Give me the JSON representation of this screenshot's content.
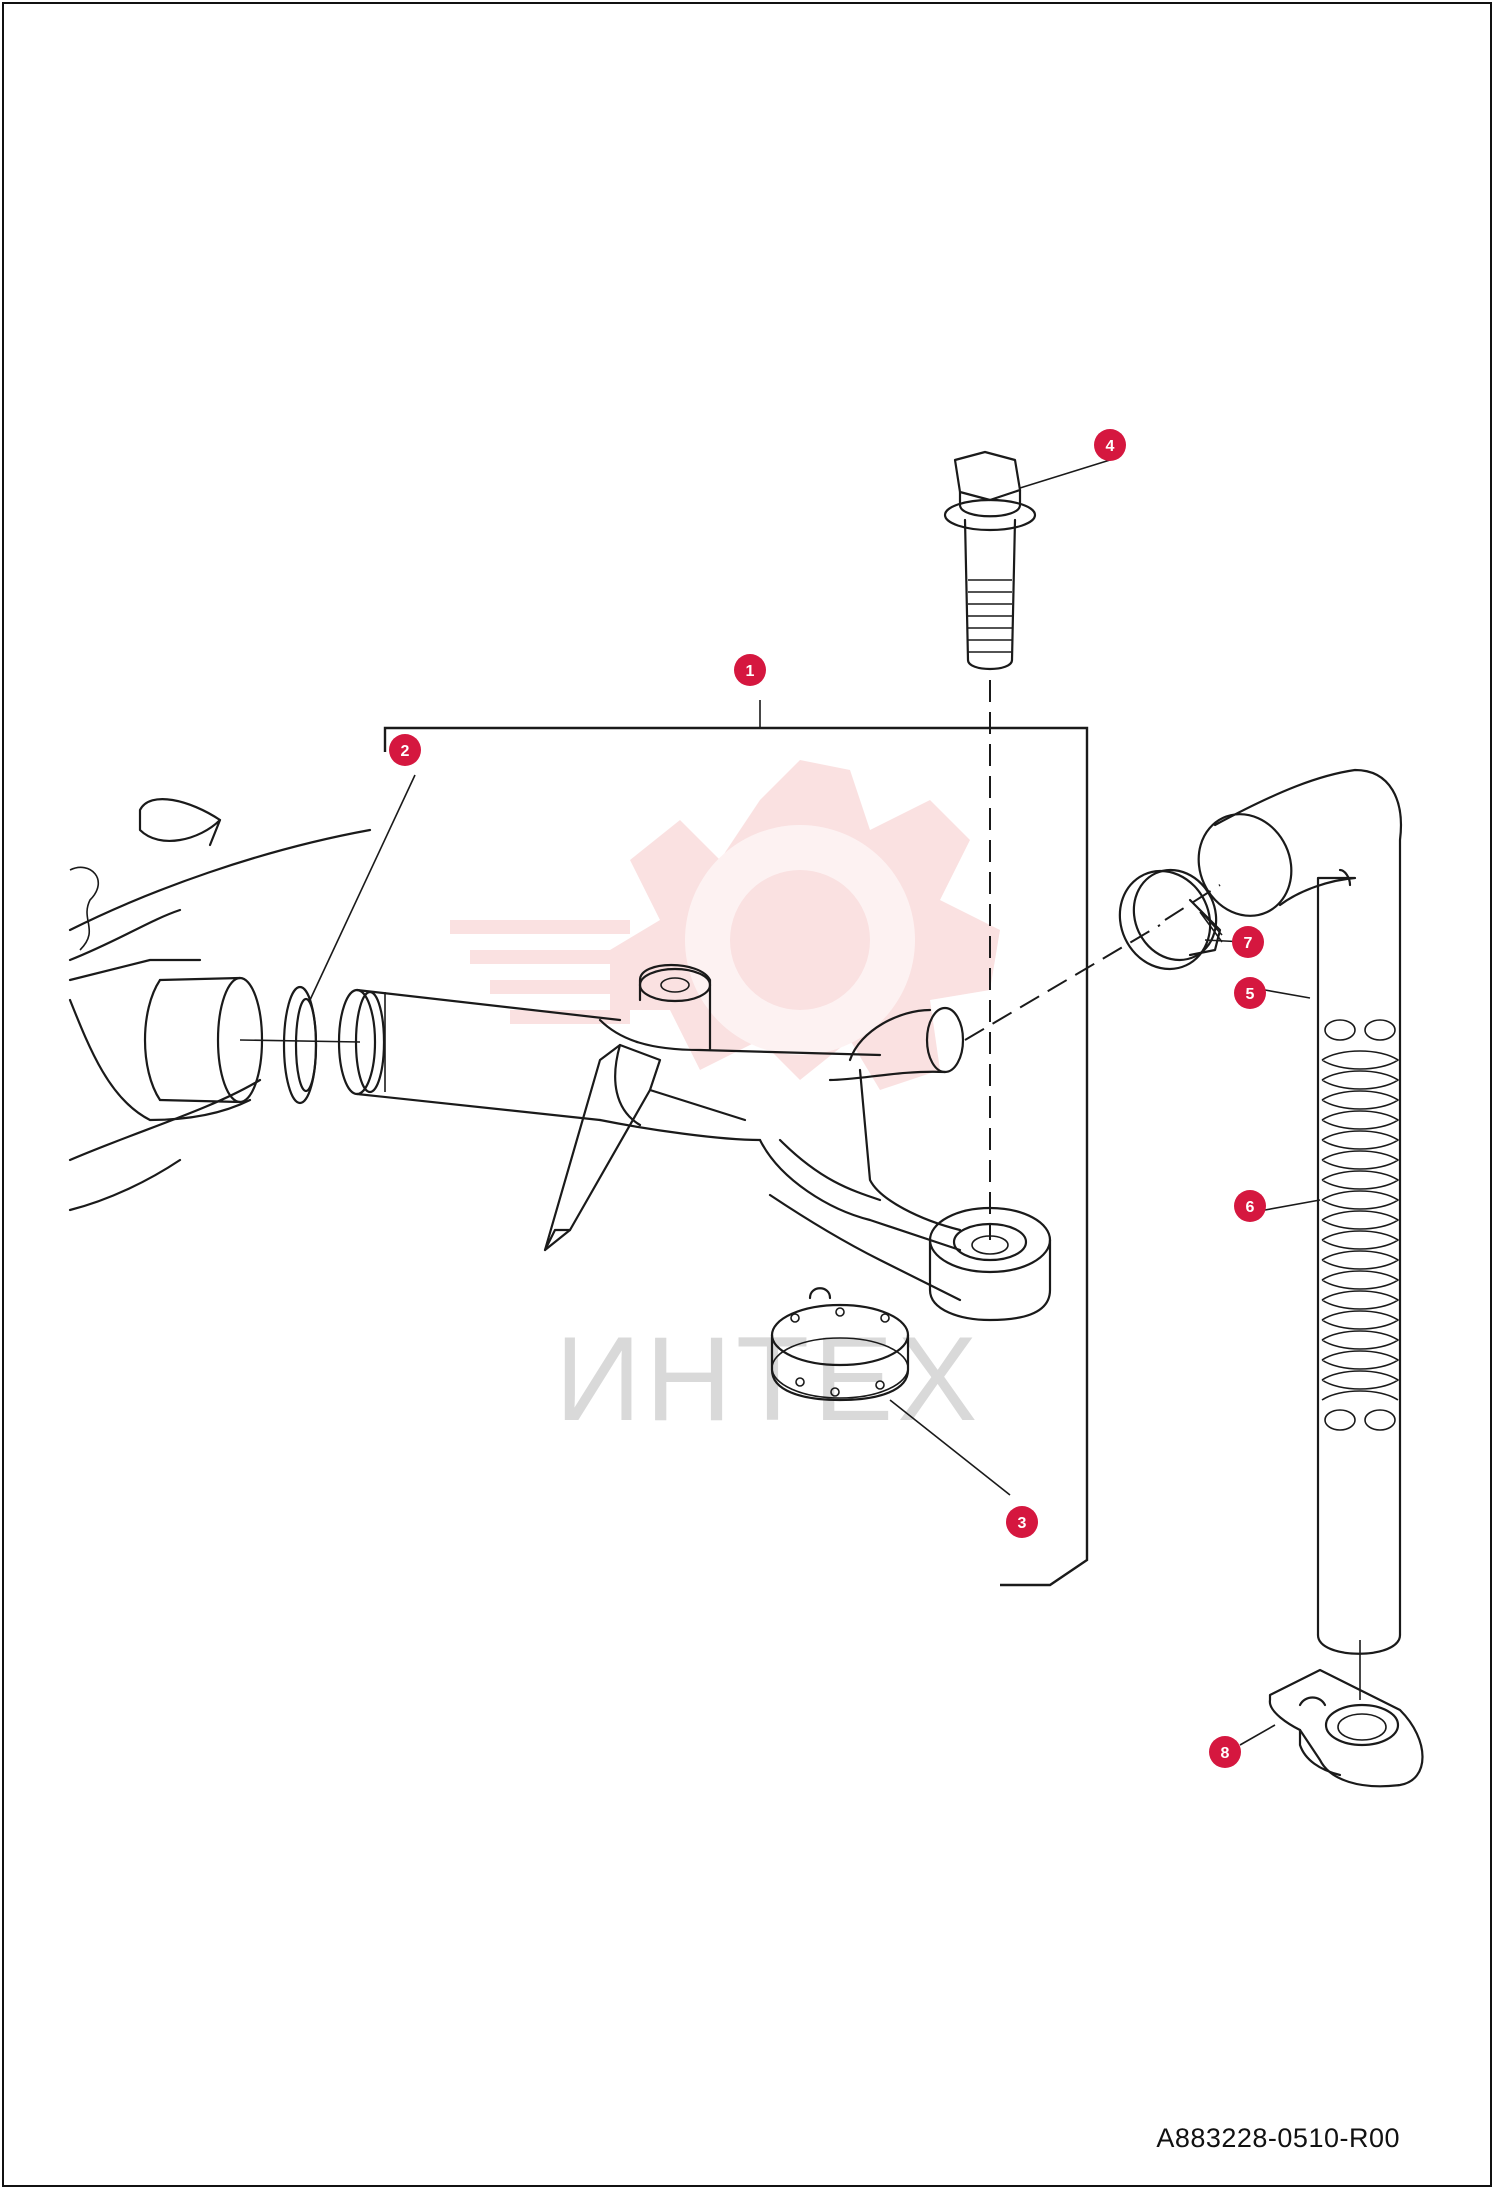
{
  "document_number": "A883228-0510-R00",
  "watermark_text": "ИНТЕХ",
  "callouts": [
    {
      "id": "callout-1",
      "label": "1"
    },
    {
      "id": "callout-2",
      "label": "2"
    },
    {
      "id": "callout-3",
      "label": "3"
    },
    {
      "id": "callout-4",
      "label": "4"
    },
    {
      "id": "callout-5",
      "label": "5"
    },
    {
      "id": "callout-6",
      "label": "6"
    },
    {
      "id": "callout-7",
      "label": "7"
    },
    {
      "id": "callout-8",
      "label": "8"
    }
  ],
  "colors": {
    "callout": "#d5173f",
    "watermark_gear": "#f6c9c9",
    "watermark_text": "#d9d9d9",
    "line": "#1a1a1a"
  }
}
